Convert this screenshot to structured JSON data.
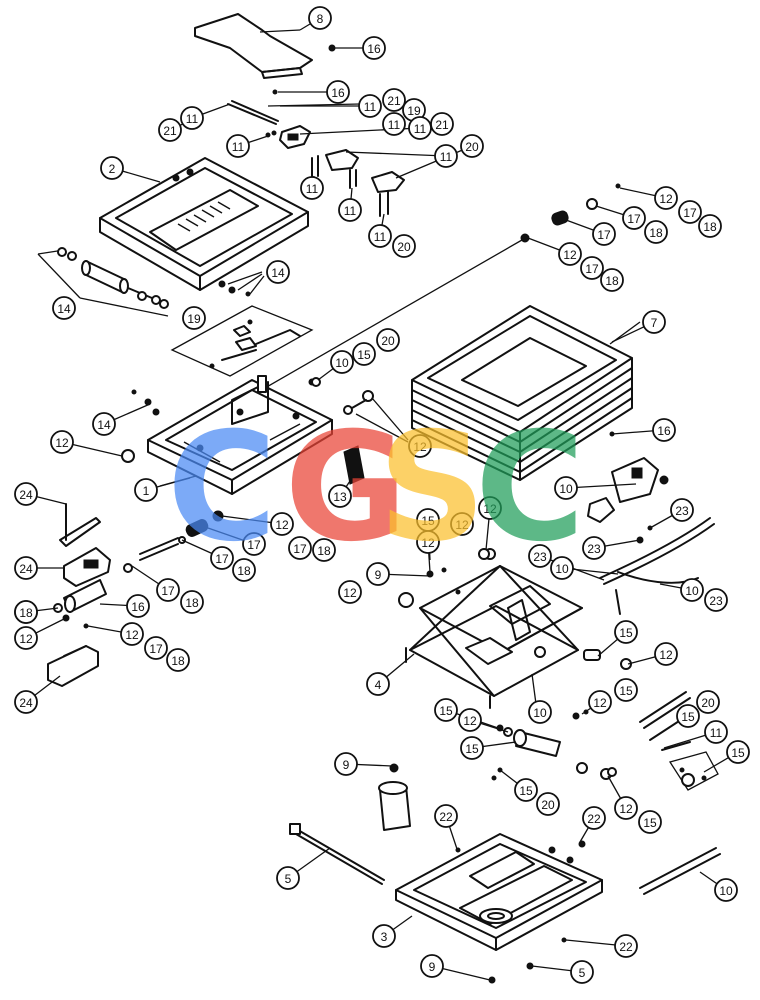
{
  "watermark": {
    "letters": [
      {
        "char": "C",
        "color": "#4a8af4"
      },
      {
        "char": "G",
        "color": "#ea4335"
      },
      {
        "char": "S",
        "color": "#fbc02d"
      },
      {
        "char": "C",
        "color": "#1f9e5a"
      }
    ]
  },
  "callouts": [
    {
      "id": "c8",
      "label": "8"
    },
    {
      "id": "c16a",
      "label": "16"
    },
    {
      "id": "c16b",
      "label": "16"
    },
    {
      "id": "c21a",
      "label": "21"
    },
    {
      "id": "c11a",
      "label": "11"
    },
    {
      "id": "c11b",
      "label": "11"
    },
    {
      "id": "c21b",
      "label": "21"
    },
    {
      "id": "c11c",
      "label": "11"
    },
    {
      "id": "c19a",
      "label": "19"
    },
    {
      "id": "c11d",
      "label": "11"
    },
    {
      "id": "c11e",
      "label": "11"
    },
    {
      "id": "c21c",
      "label": "21"
    },
    {
      "id": "c11f",
      "label": "11"
    },
    {
      "id": "c20a",
      "label": "20"
    },
    {
      "id": "c11g",
      "label": "11"
    },
    {
      "id": "c11h",
      "label": "11"
    },
    {
      "id": "c11i",
      "label": "11"
    },
    {
      "id": "c20b",
      "label": "20"
    },
    {
      "id": "c2",
      "label": "2"
    },
    {
      "id": "c12a",
      "label": "12"
    },
    {
      "id": "c17a",
      "label": "17"
    },
    {
      "id": "c18a",
      "label": "18"
    },
    {
      "id": "c17b",
      "label": "17"
    },
    {
      "id": "c18b",
      "label": "18"
    },
    {
      "id": "c17c",
      "label": "17"
    },
    {
      "id": "c12b",
      "label": "12"
    },
    {
      "id": "c17d",
      "label": "17"
    },
    {
      "id": "c18c",
      "label": "18"
    },
    {
      "id": "c14a",
      "label": "14"
    },
    {
      "id": "c14b",
      "label": "14"
    },
    {
      "id": "c19b",
      "label": "19"
    },
    {
      "id": "c7",
      "label": "7"
    },
    {
      "id": "c10a",
      "label": "10"
    },
    {
      "id": "c15a",
      "label": "15"
    },
    {
      "id": "c20c",
      "label": "20"
    },
    {
      "id": "c14c",
      "label": "14"
    },
    {
      "id": "c12c",
      "label": "12"
    },
    {
      "id": "c12d",
      "label": "12"
    },
    {
      "id": "c16c",
      "label": "16"
    },
    {
      "id": "c1",
      "label": "1"
    },
    {
      "id": "c13",
      "label": "13"
    },
    {
      "id": "c10b",
      "label": "10"
    },
    {
      "id": "c24a",
      "label": "24"
    },
    {
      "id": "c24b",
      "label": "24"
    },
    {
      "id": "c12e",
      "label": "12"
    },
    {
      "id": "c17e",
      "label": "17"
    },
    {
      "id": "c17f",
      "label": "17"
    },
    {
      "id": "c18d",
      "label": "18"
    },
    {
      "id": "c17g",
      "label": "17"
    },
    {
      "id": "c18e",
      "label": "18"
    },
    {
      "id": "c15b",
      "label": "15"
    },
    {
      "id": "c12f",
      "label": "12"
    },
    {
      "id": "c12g",
      "label": "12"
    },
    {
      "id": "c12h",
      "label": "12"
    },
    {
      "id": "c23a",
      "label": "23"
    },
    {
      "id": "c23b",
      "label": "23"
    },
    {
      "id": "c23c",
      "label": "23"
    },
    {
      "id": "c10c",
      "label": "10"
    },
    {
      "id": "c10d",
      "label": "10"
    },
    {
      "id": "c23d",
      "label": "23"
    },
    {
      "id": "c9a",
      "label": "9"
    },
    {
      "id": "c12i",
      "label": "12"
    },
    {
      "id": "c17h",
      "label": "17"
    },
    {
      "id": "c18f",
      "label": "18"
    },
    {
      "id": "c18g",
      "label": "18"
    },
    {
      "id": "c16d",
      "label": "16"
    },
    {
      "id": "c18h",
      "label": "18"
    },
    {
      "id": "c12j",
      "label": "12"
    },
    {
      "id": "c12k",
      "label": "12"
    },
    {
      "id": "c17i",
      "label": "17"
    },
    {
      "id": "c18i",
      "label": "18"
    },
    {
      "id": "c24c",
      "label": "24"
    },
    {
      "id": "c4",
      "label": "4"
    },
    {
      "id": "c15c",
      "label": "15"
    },
    {
      "id": "c12l",
      "label": "12"
    },
    {
      "id": "c10e",
      "label": "10"
    },
    {
      "id": "c15d",
      "label": "15"
    },
    {
      "id": "c12m",
      "label": "12"
    },
    {
      "id": "c15e",
      "label": "15"
    },
    {
      "id": "c12n",
      "label": "12"
    },
    {
      "id": "c20d",
      "label": "20"
    },
    {
      "id": "c15f",
      "label": "15"
    },
    {
      "id": "c15g",
      "label": "15"
    },
    {
      "id": "c11j",
      "label": "11"
    },
    {
      "id": "c15h",
      "label": "15"
    },
    {
      "id": "c9b",
      "label": "9"
    },
    {
      "id": "c15i",
      "label": "15"
    },
    {
      "id": "c20e",
      "label": "20"
    },
    {
      "id": "c12o",
      "label": "12"
    },
    {
      "id": "c15j",
      "label": "15"
    },
    {
      "id": "c22a",
      "label": "22"
    },
    {
      "id": "c22b",
      "label": "22"
    },
    {
      "id": "c5a",
      "label": "5"
    },
    {
      "id": "c10f",
      "label": "10"
    },
    {
      "id": "c3",
      "label": "3"
    },
    {
      "id": "c22c",
      "label": "22"
    },
    {
      "id": "c9c",
      "label": "9"
    },
    {
      "id": "c5b",
      "label": "5"
    }
  ]
}
